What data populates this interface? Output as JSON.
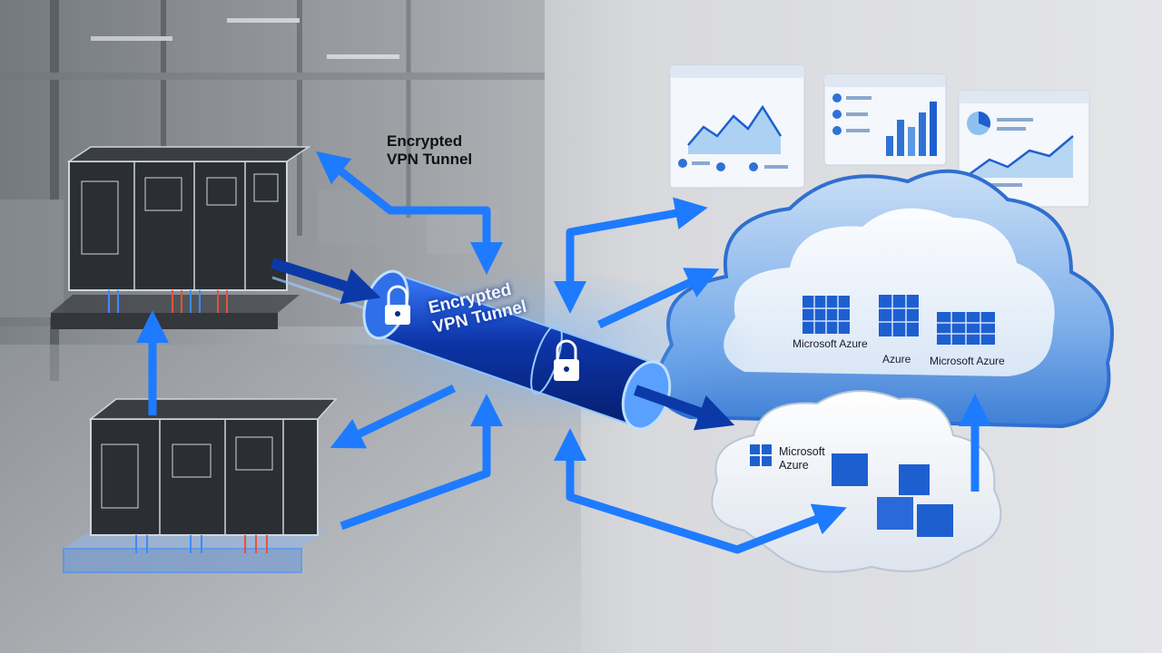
{
  "diagram": {
    "tunnel_label": {
      "line1": "Encrypted",
      "line2": "VPN Tunnel"
    },
    "tunnel_body_label": {
      "line1": "Encrypted",
      "line2": "VPN Tunnel"
    },
    "cloud_large_labels": [
      "Microsoft Azure",
      "Azure",
      "Microsoft Azure"
    ],
    "cloud_small_label": {
      "line1": "Microsoft",
      "line2": "Azure"
    }
  },
  "icons": [
    "padlock-icon",
    "padlock-icon",
    "windows-logo-icon",
    "line-chart-icon",
    "bar-chart-icon",
    "pie-chart-icon"
  ],
  "colors": {
    "accent_blue": "#1e7bff",
    "arrow_dark": "#0b3aa8",
    "cloud_blue": "#4a90e2",
    "tunnel_navy": "#0a2a8a",
    "background_gray": "#d9dadd"
  }
}
